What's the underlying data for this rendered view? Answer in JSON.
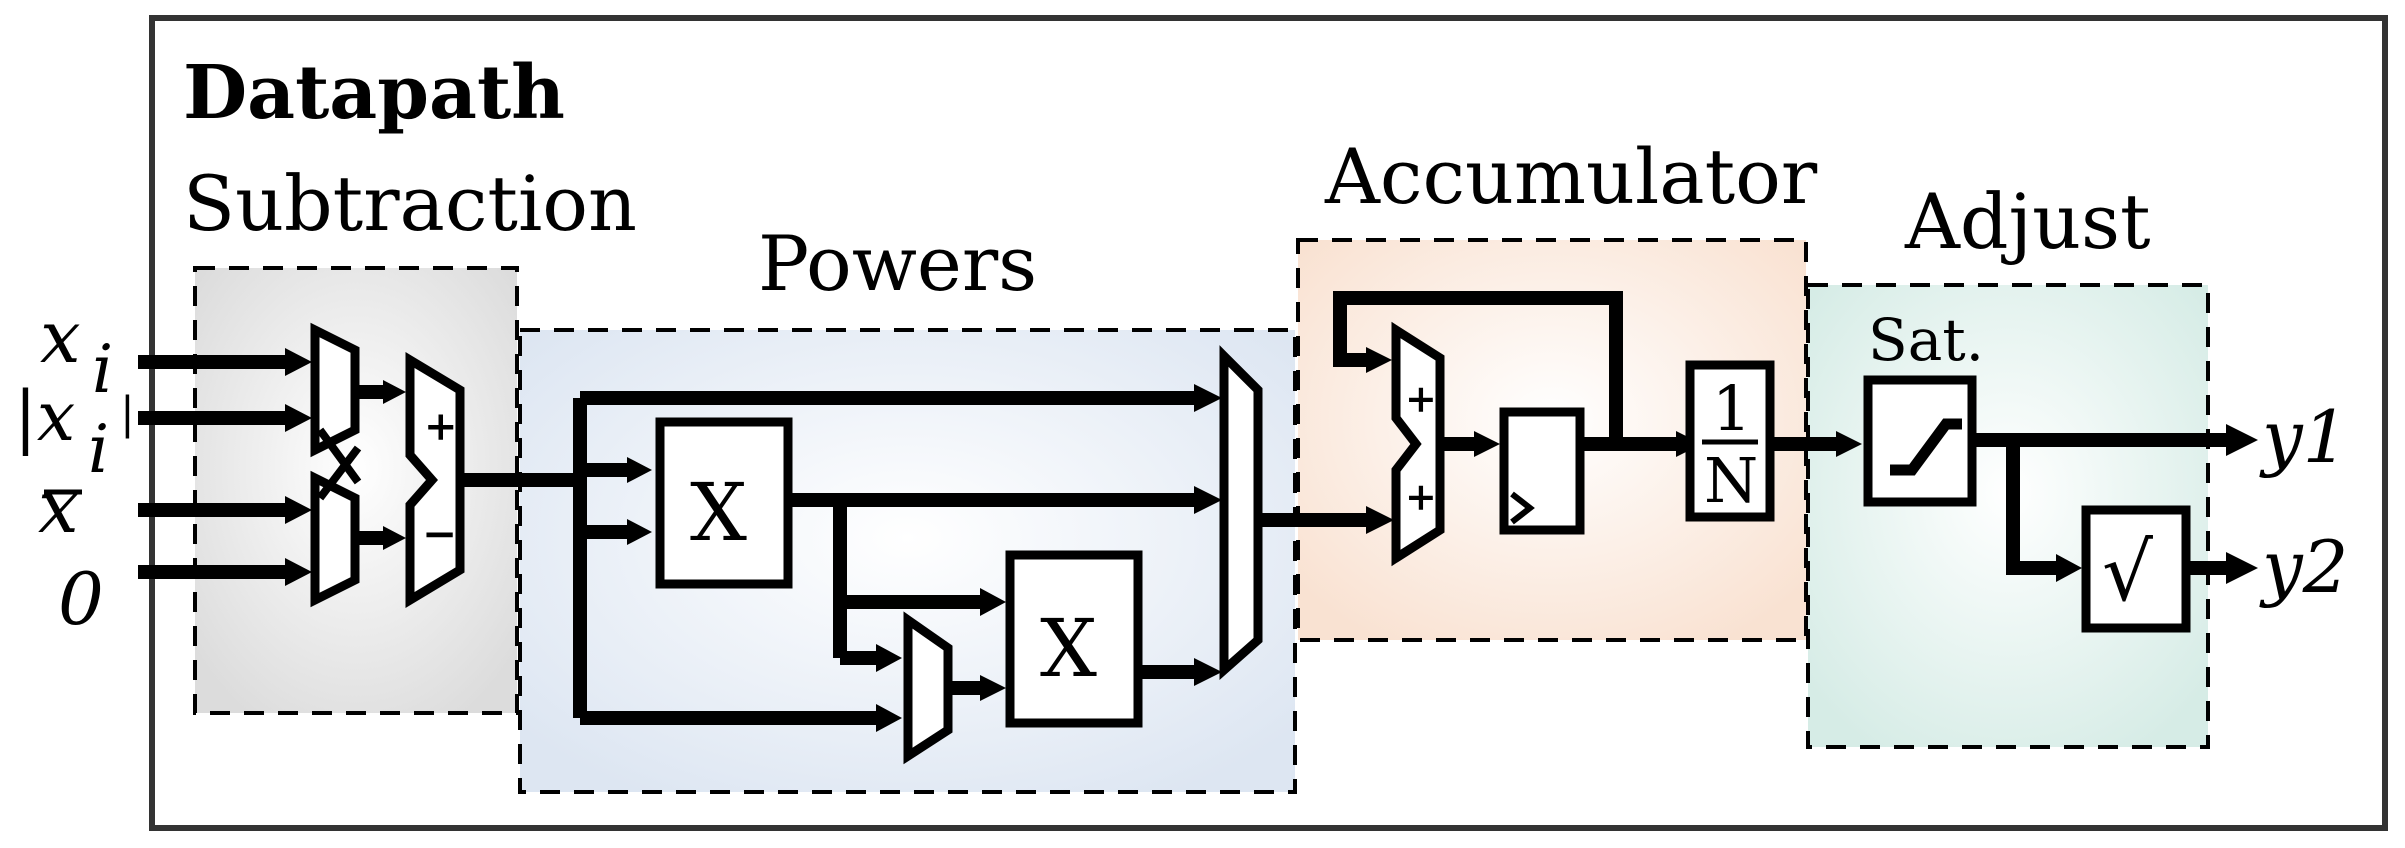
{
  "title": "Datapath",
  "sections": {
    "subtraction": "Subtraction",
    "powers": "Powers",
    "accumulator": "Accumulator",
    "adjust": "Adjust"
  },
  "inputs": {
    "xi": "x",
    "xi_sub": "i",
    "abs_xi": "|x",
    "abs_xi_sub": "i",
    "abs_xi_close": "|",
    "xbar": "x",
    "zero": "0"
  },
  "blocks": {
    "mult1": "X",
    "mult2": "X",
    "plus_sign": "+",
    "minus_sign": "−",
    "acc_plus_top": "+",
    "acc_plus_bottom": "+",
    "div_num": "1",
    "div_den": "N",
    "sat": "Sat.",
    "sqrt": "√"
  },
  "outputs": {
    "y1": "y1",
    "y2": "y2"
  },
  "colors": {
    "subtraction_fill": "#e3e3e3",
    "powers_fill": "#e4ecf6",
    "accumulator_fill": "#fbe9dc",
    "adjust_fill": "#dff0ec"
  }
}
